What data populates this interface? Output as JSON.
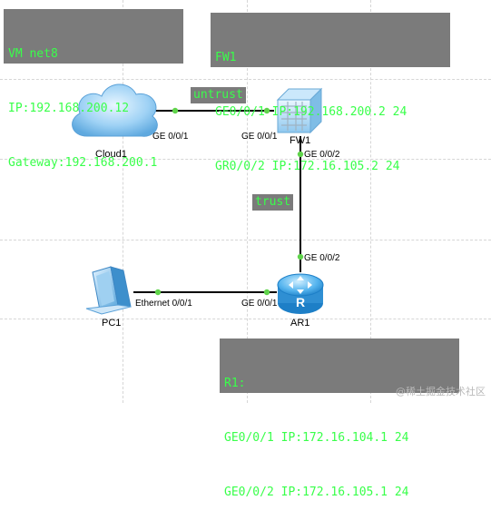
{
  "info_boxes": {
    "vm": {
      "line1": "VM net8",
      "line2": "IP:192.168.200.12",
      "line3": "Gateway:192.168.200.1"
    },
    "fw": {
      "line1": "FW1",
      "line2": "GE0/0/1 IP:192.168.200.2 24",
      "line3": "GR0/0/2 IP:172.16.105.2 24"
    },
    "ar": {
      "line1": "R1:",
      "line2": "GE0/0/1 IP:172.16.104.1 24",
      "line3": "GE0/0/2 IP:172.16.105.1 24"
    }
  },
  "zones": {
    "untrust": "untrust",
    "trust": "trust"
  },
  "devices": {
    "cloud": "Cloud1",
    "firewall": "FW1",
    "router": "AR1",
    "pc": "PC1"
  },
  "ports": {
    "cloud_ge": "GE 0/0/1",
    "fw_ge1": "GE 0/0/1",
    "fw_ge2": "GE 0/0/2",
    "ar_ge2": "GE 0/0/2",
    "ar_ge1": "GE 0/0/1",
    "pc_eth": "Ethernet 0/0/1"
  },
  "watermark": "@稀土掘金技术社区",
  "colors": {
    "box_bg": "#7b7b7b",
    "box_text": "#39ff4a",
    "link": "#000000",
    "port_dot": "#5fd34a"
  },
  "icons": {
    "cloud": "cloud-icon",
    "firewall": "firewall-icon",
    "router": "router-icon",
    "pc": "pc-icon"
  }
}
